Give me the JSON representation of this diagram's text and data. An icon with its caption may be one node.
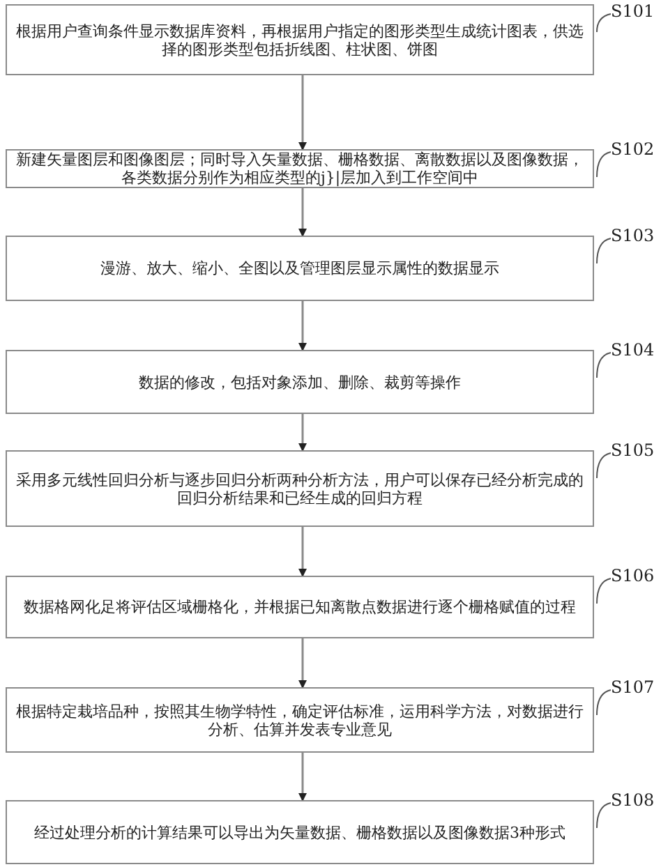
{
  "diagram": {
    "nodes": [
      {
        "text": [
          "根据用户查询条件显示数据库资料，再根据用户指定的图形类型生成统计图表，供选择的图形类型包括折线图、柱状图、饼图"
        ]
      },
      {
        "text": [
          "新建矢量图层和图像图层；同时导入矢量数据、栅格数据、离散数据以及图像数据，各类数据分别作为相应类型的j}|层加入到工作空间中"
        ]
      },
      {
        "text": [
          "漫游、放大、缩小、全图以及管理图层显示属性的数据显示"
        ]
      },
      {
        "text": [
          "数据的修改，包括对象添加、删除、裁剪等操作"
        ]
      },
      {
        "text": [
          "采用多元线性回归分析与逐步回归分析两种分析方法，用户可以保存已经分析完成的回归分析结果和已经生成的回归方程"
        ]
      },
      {
        "text": [
          "数据格网化足将评估区域栅格化，并根据已知离散点数据进行逐个栅格赋值的过程"
        ]
      },
      {
        "text": [
          "根据特定栽培品种，按照其生物学特性，确定评估标准，运用科学方法，对数据进行分析、估算并发表专业意见"
        ]
      },
      {
        "text": [
          "经过处理分析的计算结果可以导出为矢量数据、栅格数据以及图像数据3种形式"
        ]
      },
      {
        "text": [
          "S101"
        ]
      },
      {
        "text": [
          "S102"
        ]
      },
      {
        "text": [
          "S103"
        ]
      },
      {
        "text": [
          "S104"
        ]
      },
      {
        "text": [
          "S105"
        ]
      },
      {
        "text": [
          "S106"
        ]
      },
      {
        "text": [
          "S107"
        ]
      },
      {
        "text": [
          "S108"
        ]
      }
    ],
    "edges": [
      {
        "from": 0,
        "to": 1,
        "arrow": "to"
      },
      {
        "from": 1,
        "to": 2,
        "arrow": "to"
      },
      {
        "from": 2,
        "to": 3,
        "arrow": "to"
      },
      {
        "from": 3,
        "to": 4,
        "arrow": "to"
      },
      {
        "from": 4,
        "to": 5,
        "arrow": "to"
      },
      {
        "from": 5,
        "to": 6,
        "arrow": "to"
      },
      {
        "from": 6,
        "to": 7,
        "arrow": "to"
      },
      {
        "from": 8,
        "to": 0,
        "arrow": "none"
      },
      {
        "from": 9,
        "to": 1,
        "arrow": "none"
      },
      {
        "from": 10,
        "to": 2,
        "arrow": "none"
      },
      {
        "from": 11,
        "to": 3,
        "arrow": "none"
      },
      {
        "from": 12,
        "to": 4,
        "arrow": "none"
      },
      {
        "from": 13,
        "to": 5,
        "arrow": "none"
      },
      {
        "from": 14,
        "to": 6,
        "arrow": "none"
      },
      {
        "from": 15,
        "to": 7,
        "arrow": "none"
      }
    ]
  }
}
